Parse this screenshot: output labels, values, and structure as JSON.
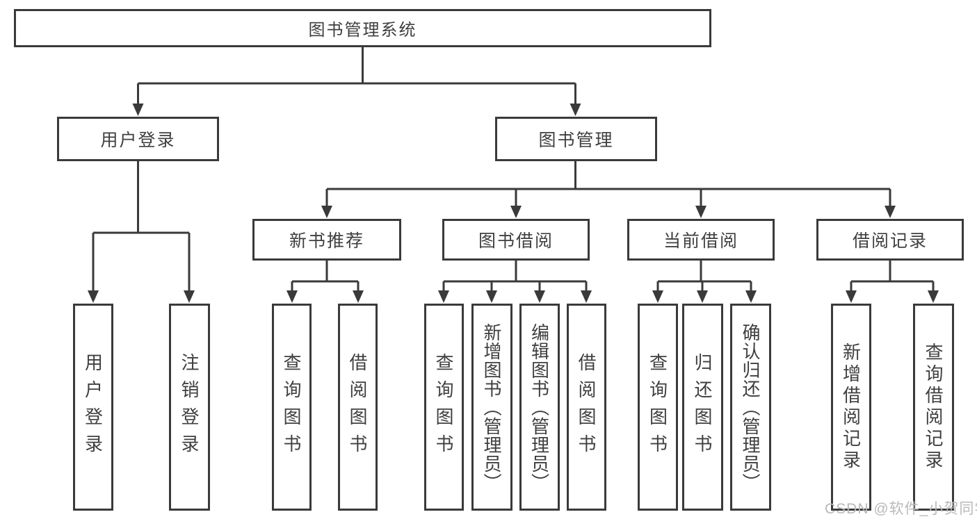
{
  "tree": {
    "root": {
      "label": "图书管理系统"
    },
    "branches": [
      {
        "label": "用户登录",
        "children": [
          {
            "label": "用户登录"
          },
          {
            "label": "注销登录"
          }
        ]
      },
      {
        "label": "图书管理",
        "groups": [
          {
            "label": "新书推荐",
            "children": [
              {
                "label": "查询图书"
              },
              {
                "label": "借阅图书"
              }
            ]
          },
          {
            "label": "图书借阅",
            "children": [
              {
                "label": "查询图书"
              },
              {
                "label": "新增图书（管理员）"
              },
              {
                "label": "编辑图书（管理员）"
              },
              {
                "label": "借阅图书"
              }
            ]
          },
          {
            "label": "当前借阅",
            "children": [
              {
                "label": "查询图书"
              },
              {
                "label": "归还图书"
              },
              {
                "label": "确认归还（管理员）"
              }
            ]
          },
          {
            "label": "借阅记录",
            "children": [
              {
                "label": "新增借阅记录"
              },
              {
                "label": "查询借阅记录"
              }
            ]
          }
        ]
      }
    ]
  },
  "watermark": {
    "text": "CSDN @软件_小贺同学"
  },
  "colors": {
    "line": "#3a3a3a",
    "text": "#3f3f3f",
    "watermark": "#b9b9b9",
    "background": "#ffffff"
  }
}
